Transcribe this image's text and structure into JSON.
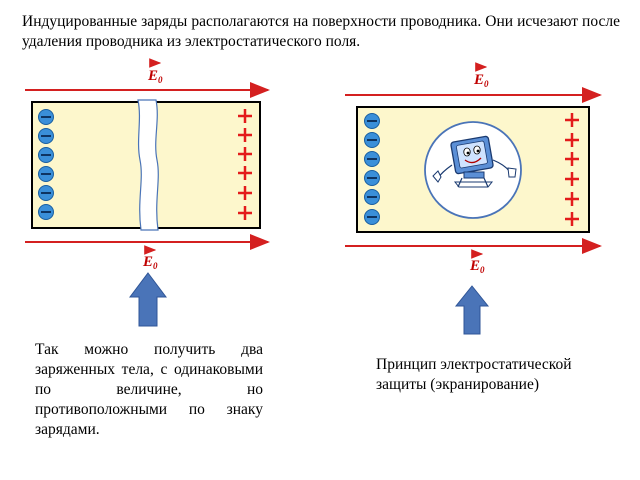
{
  "header": "Индуцированные заряды располагаются на поверхности проводника. Они исчезают после удаления проводника из электростатического поля.",
  "left_caption": "Так можно получить два заряженных тела, с одинаковыми по величине, но противоположными по знаку зарядами.",
  "right_caption": "Принцип электростатической защиты (экранирование)",
  "field_label": {
    "letter": "E",
    "subscript": "0"
  },
  "colors": {
    "field": "#d42020",
    "plate": "#fdf7cc",
    "minus": "#3a8fd9",
    "plus": "#e31b1b",
    "arrow": "#4a74b8",
    "border": "#000000"
  },
  "icons": [
    "minus-charge-icon",
    "plus-charge-icon",
    "computer-mascot-icon",
    "up-arrow-icon"
  ]
}
